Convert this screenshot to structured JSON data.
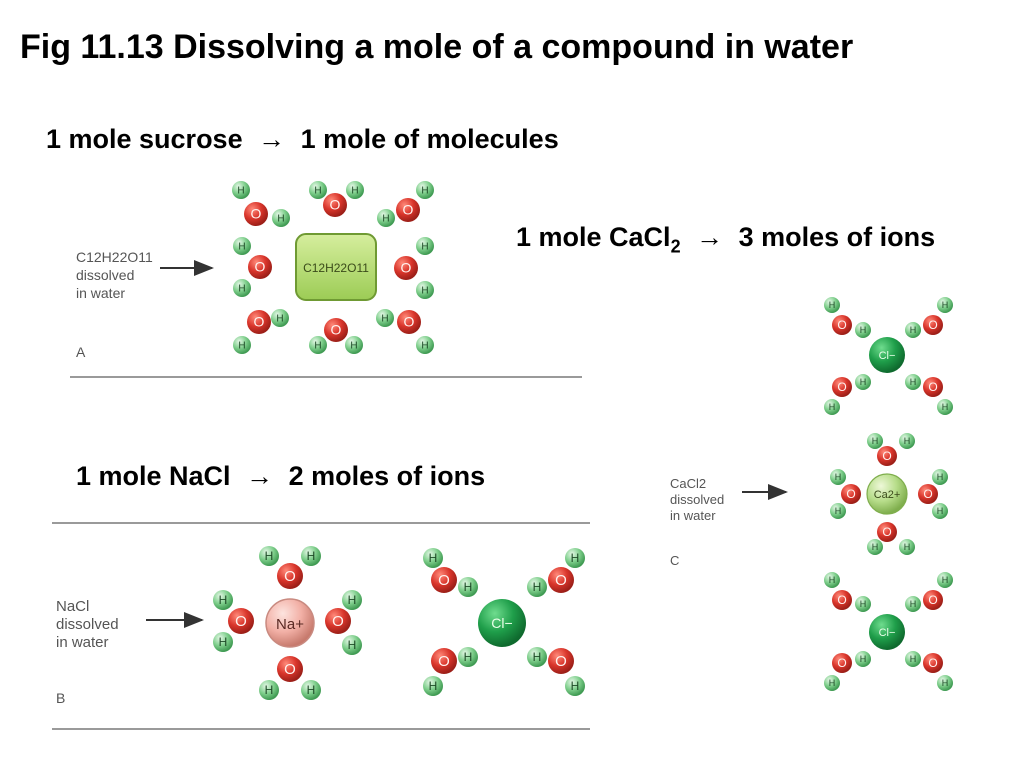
{
  "title": "Fig 11.13  Dissolving a mole of a compound in water",
  "sucrose": {
    "heading_left": "1 mole sucrose",
    "heading_right": "1 mole of molecules",
    "caption": "C12H22O11\ndissolved\nin water",
    "panel_letter": "A",
    "solute_label": "C12H22O11"
  },
  "cacl2": {
    "heading_prefix": "1 mole CaCl",
    "heading_sub": "2",
    "heading_right": "3 moles of ions",
    "caption": "CaCl2\ndissolved\nin water",
    "panel_letter": "C",
    "cation_label": "Ca2+",
    "anion_label": "Cl−"
  },
  "nacl": {
    "heading_left": "1 mole NaCl",
    "heading_right": "2 moles of ions",
    "caption": "NaCl\ndissolved\nin water",
    "panel_letter": "B",
    "cation_label": "Na+",
    "anion_label": "Cl−"
  },
  "arrow": "→",
  "atoms": {
    "hydrogen": "H",
    "oxygen": "O"
  },
  "colors": {
    "oxygen": "#d9352b",
    "hydrogen": "#7fcf8c",
    "chloride": "#1f9e4a",
    "calcium": "#b7dd8a",
    "sodium": "#f2b0a6",
    "sucrose": "#b6dc75",
    "rule": "#9a9a9a"
  }
}
